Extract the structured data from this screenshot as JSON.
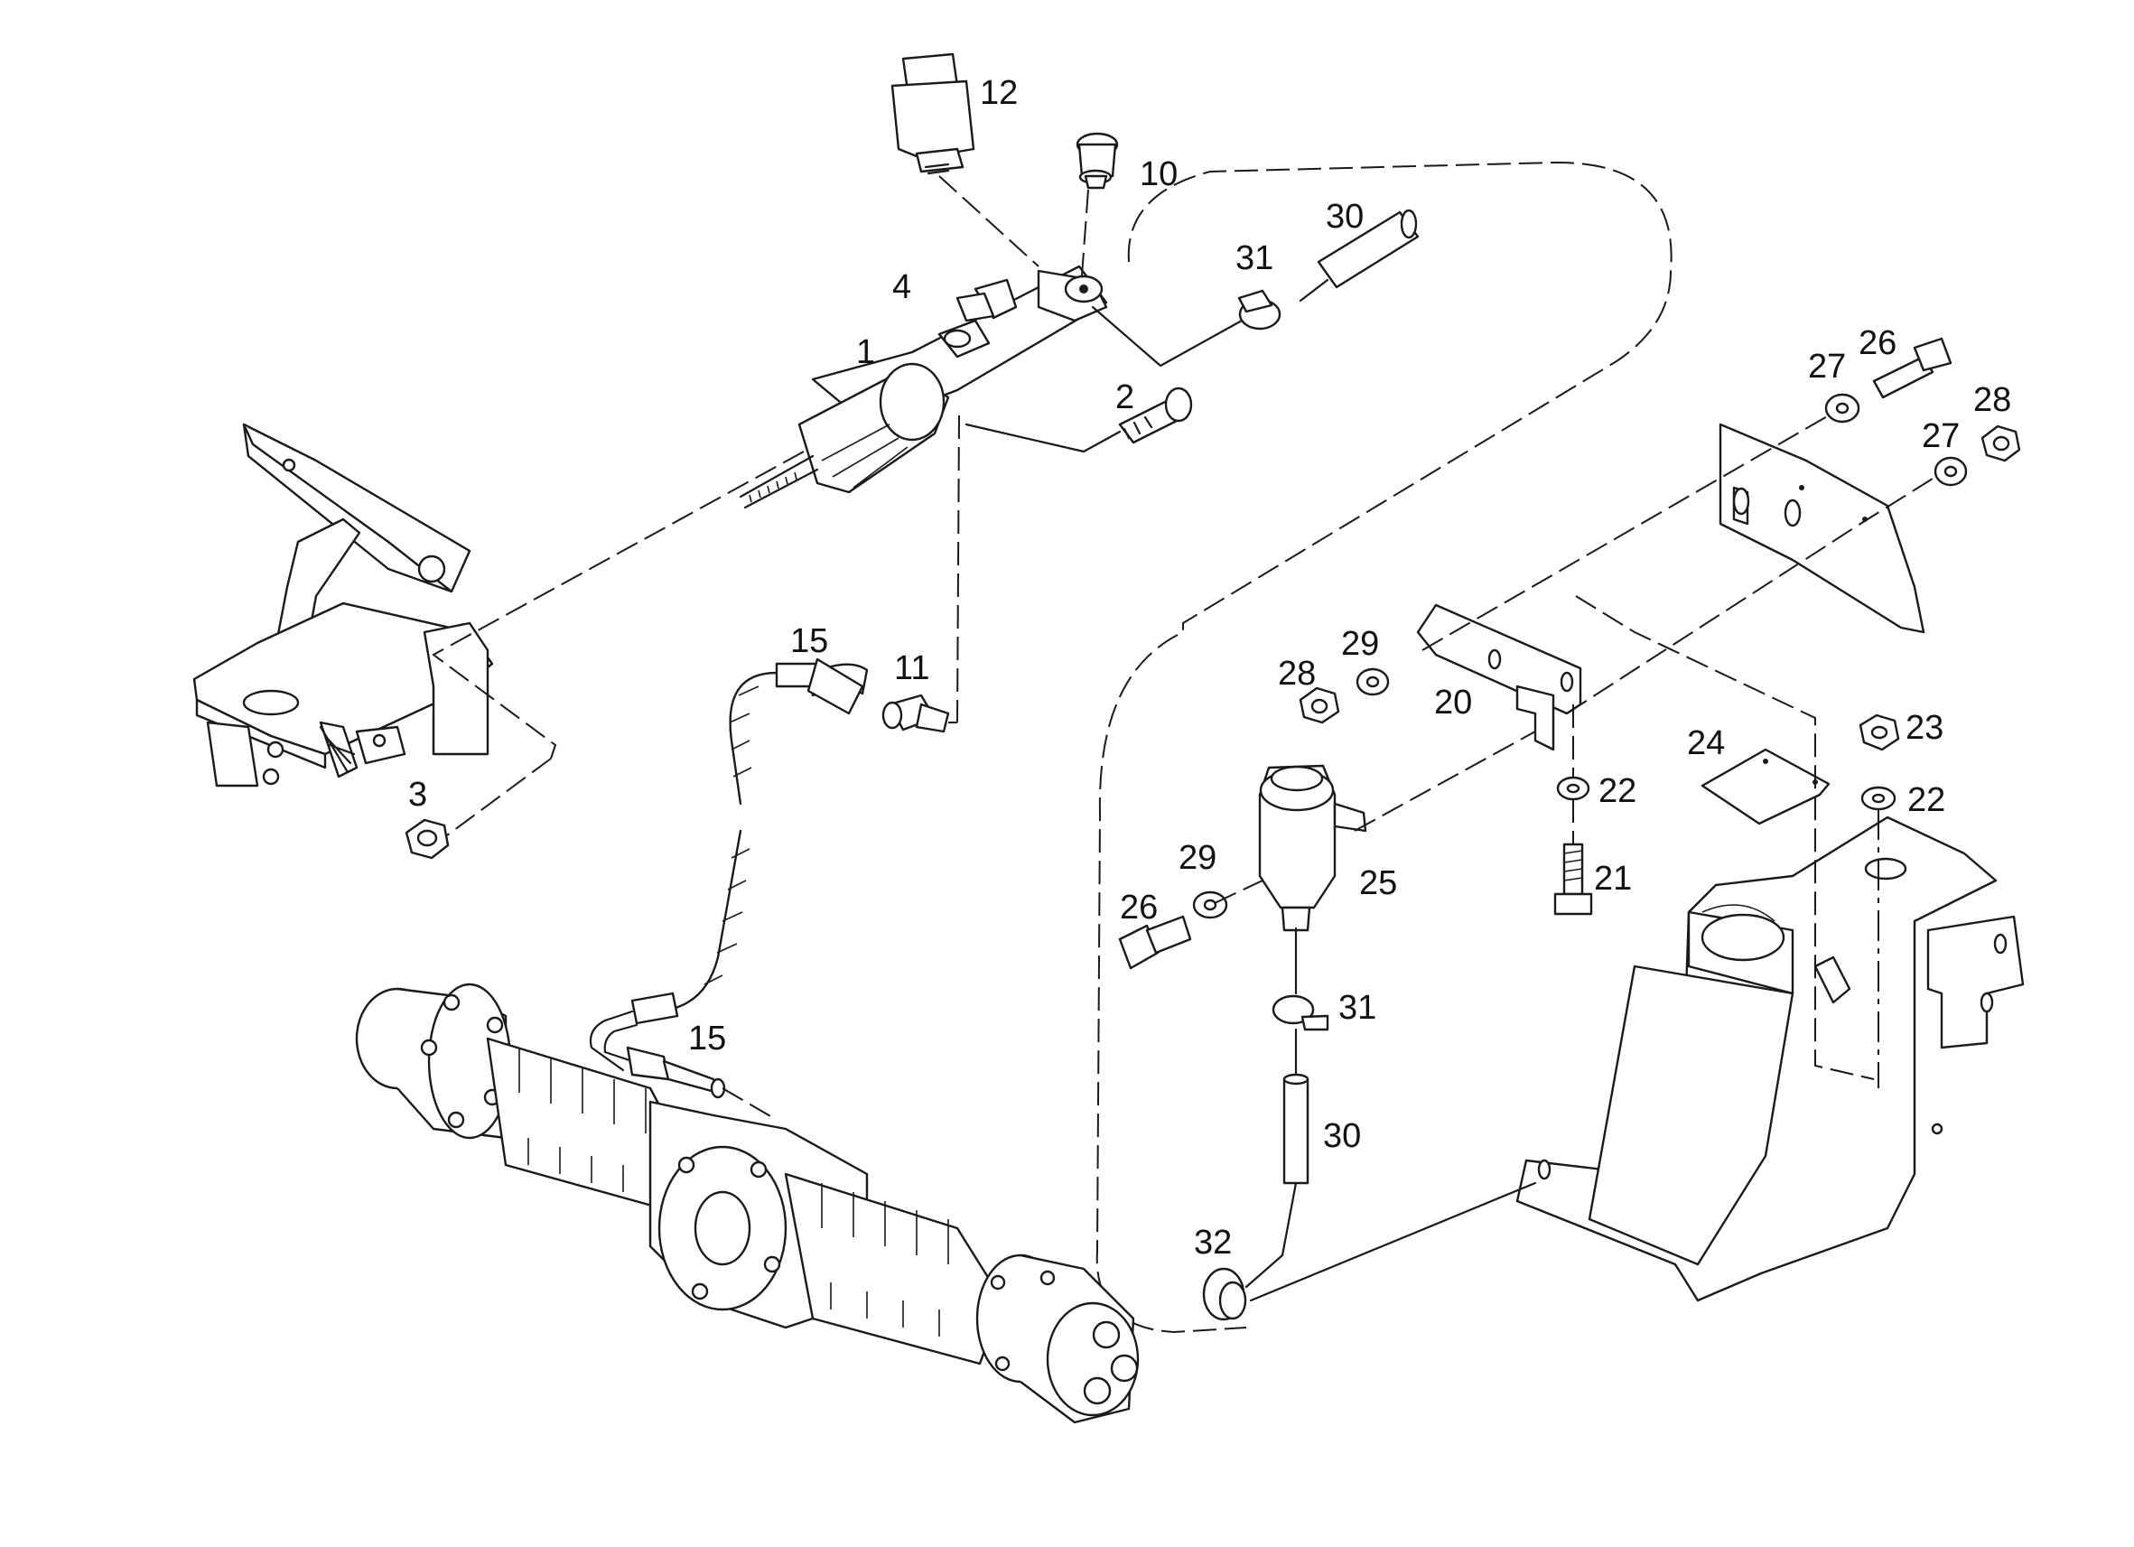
{
  "callouts": [
    {
      "id": "c1",
      "text": "1"
    },
    {
      "id": "c2",
      "text": "2"
    },
    {
      "id": "c3",
      "text": "3"
    },
    {
      "id": "c4",
      "text": "4"
    },
    {
      "id": "c10",
      "text": "10"
    },
    {
      "id": "c11",
      "text": "11"
    },
    {
      "id": "c12",
      "text": "12"
    },
    {
      "id": "c15a",
      "text": "15"
    },
    {
      "id": "c15b",
      "text": "15"
    },
    {
      "id": "c20",
      "text": "20"
    },
    {
      "id": "c21",
      "text": "21"
    },
    {
      "id": "c22a",
      "text": "22"
    },
    {
      "id": "c22b",
      "text": "22"
    },
    {
      "id": "c23",
      "text": "23"
    },
    {
      "id": "c24",
      "text": "24"
    },
    {
      "id": "c25",
      "text": "25"
    },
    {
      "id": "c26a",
      "text": "26"
    },
    {
      "id": "c26b",
      "text": "26"
    },
    {
      "id": "c27a",
      "text": "27"
    },
    {
      "id": "c27b",
      "text": "27"
    },
    {
      "id": "c28a",
      "text": "28"
    },
    {
      "id": "c28b",
      "text": "28"
    },
    {
      "id": "c29a",
      "text": "29"
    },
    {
      "id": "c29b",
      "text": "29"
    },
    {
      "id": "c30a",
      "text": "30"
    },
    {
      "id": "c30b",
      "text": "30"
    },
    {
      "id": "c31a",
      "text": "31"
    },
    {
      "id": "c31b",
      "text": "31"
    },
    {
      "id": "c32",
      "text": "32"
    }
  ]
}
